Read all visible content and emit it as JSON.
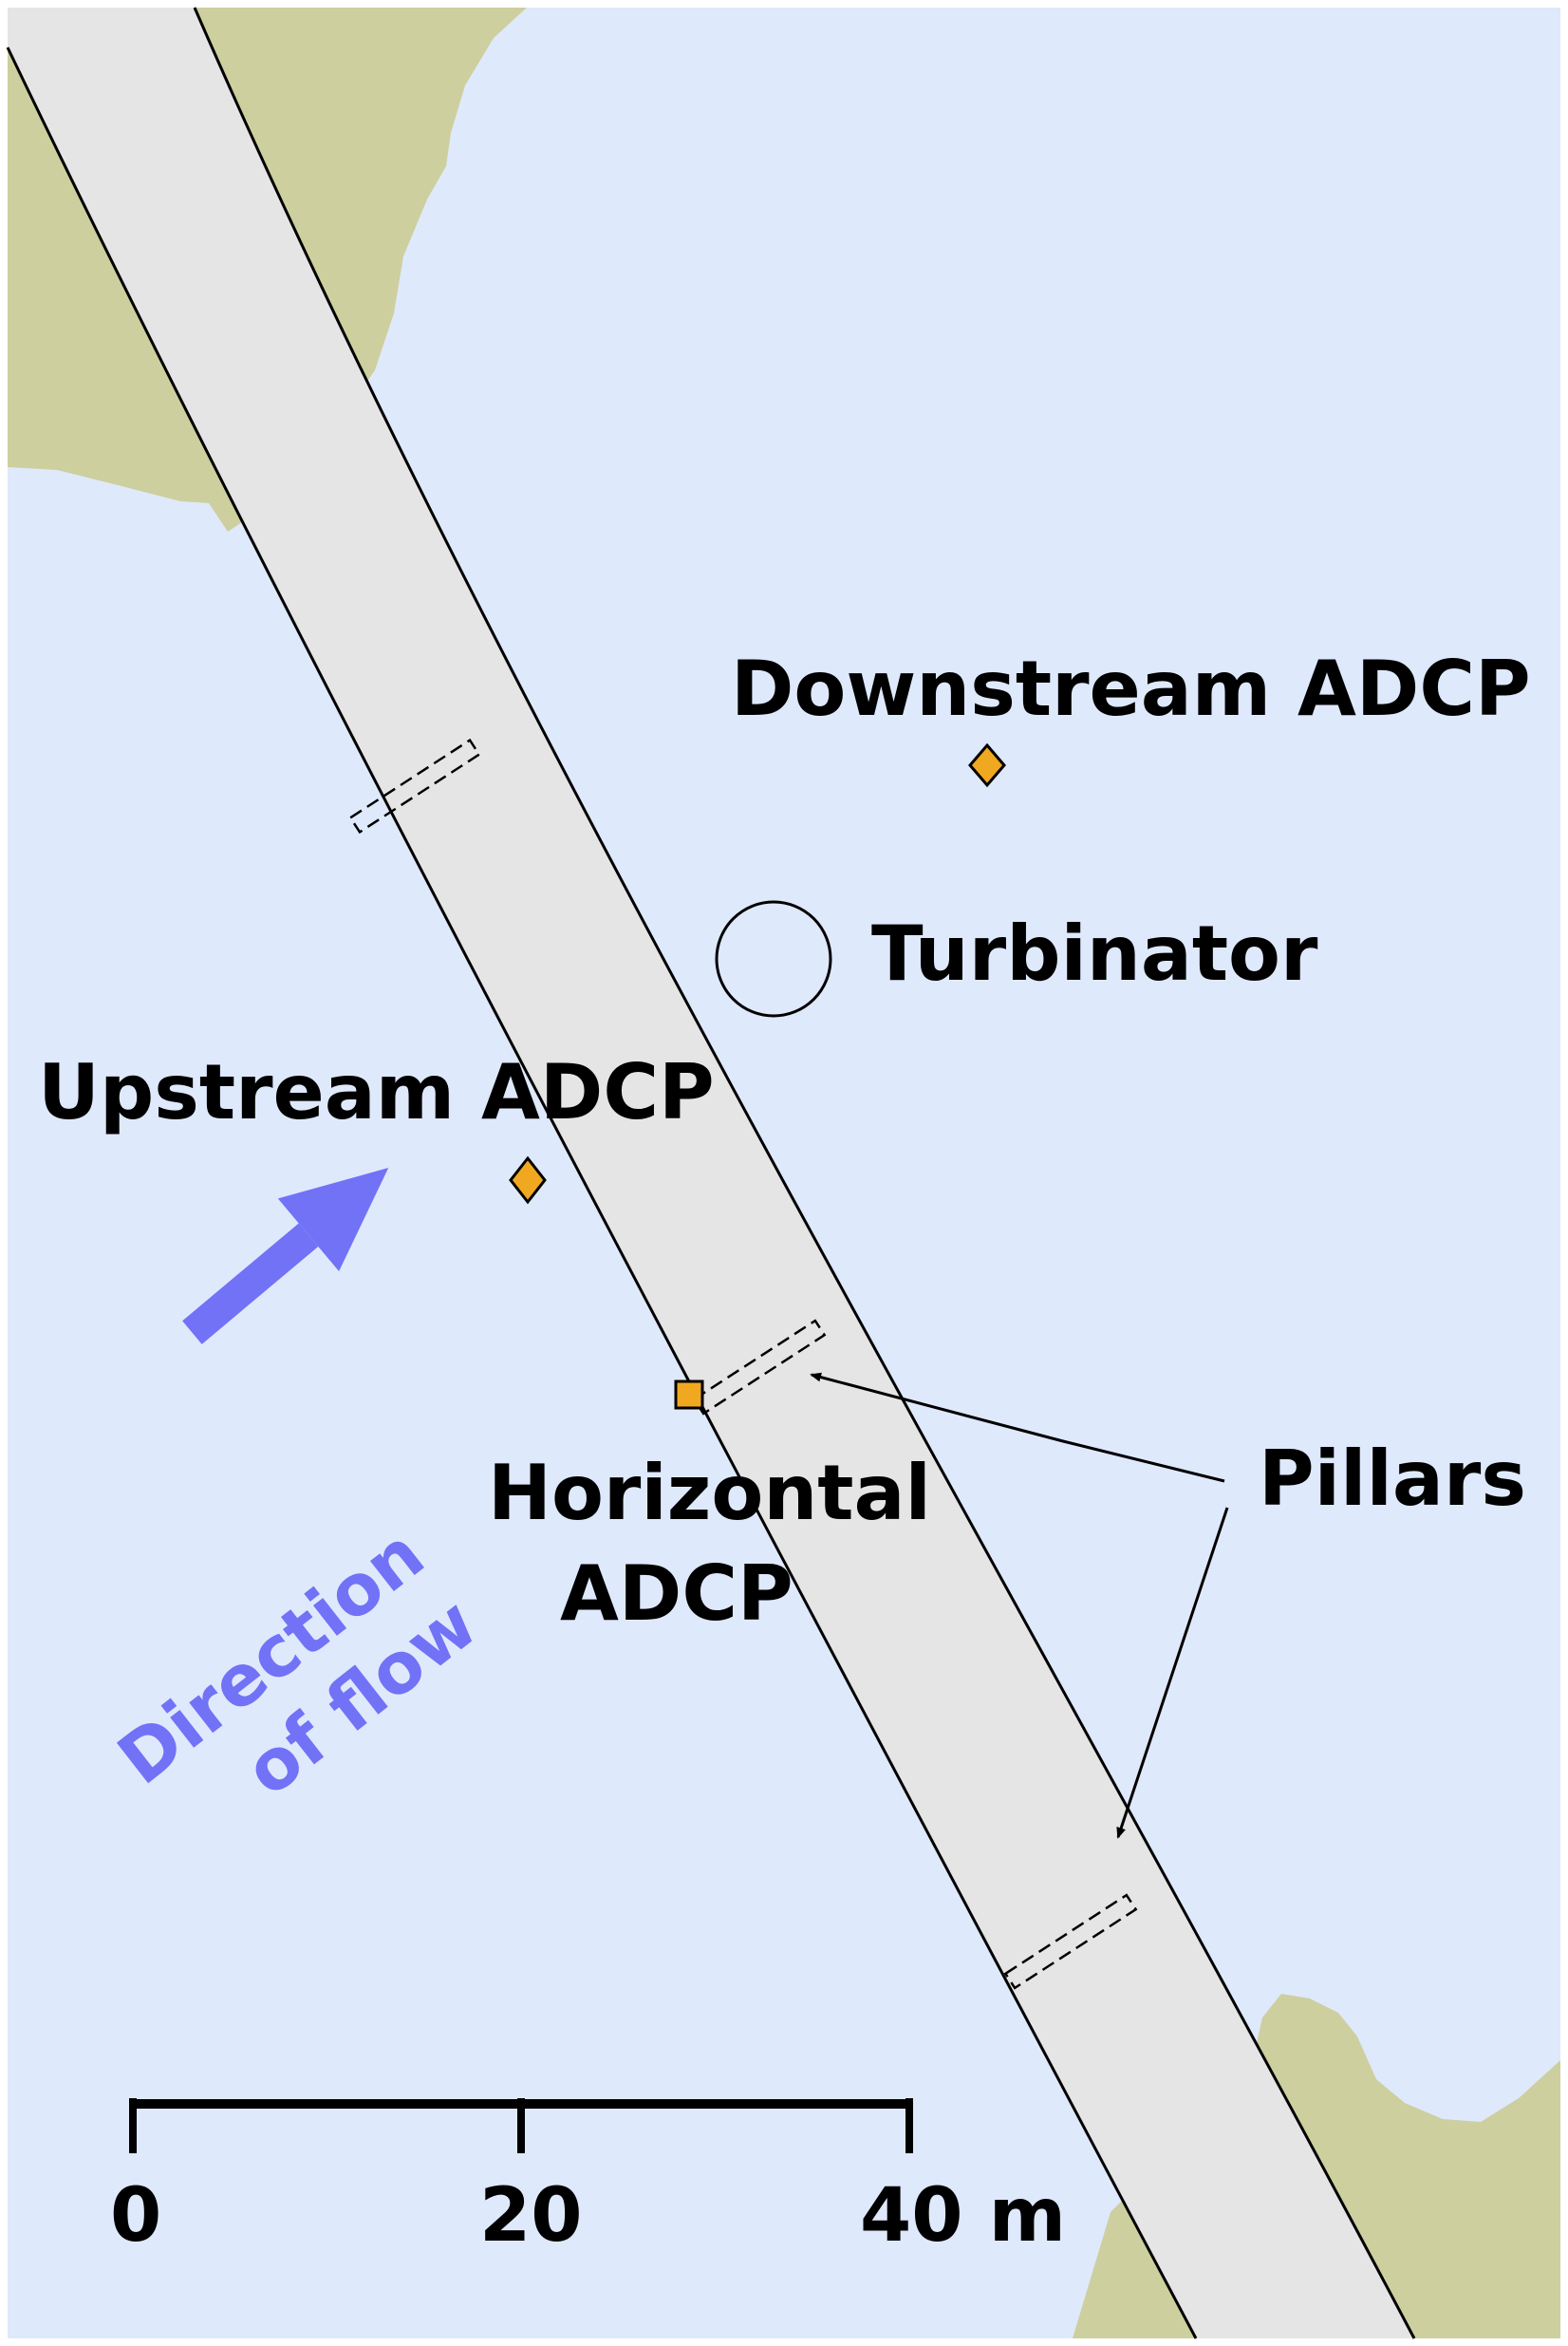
{
  "colors": {
    "water": "#dfe9fc",
    "land": "#cdcf9e",
    "bridge": "#e5e5e5",
    "instrument": "#f0a820",
    "flow_arrow": "#7272f7",
    "ink": "#000000"
  },
  "labels": {
    "downstream_adcp": "Downstream ADCP",
    "turbinator": "Turbinator",
    "upstream_adcp": "Upstream ADCP",
    "horizontal_adcp_line1": "Horizontal",
    "horizontal_adcp_line2": "ADCP",
    "pillars": "Pillars",
    "direction_line1": "Direction",
    "direction_line2": "of flow"
  },
  "scale_bar": {
    "ticks": [
      "0",
      "20",
      "40 m"
    ]
  },
  "icons": {
    "downstream_adcp_marker": "diamond",
    "upstream_adcp_marker": "diamond",
    "horizontal_adcp_marker": "square",
    "turbinator_marker": "circle",
    "flow_direction": "arrow-up-right"
  }
}
